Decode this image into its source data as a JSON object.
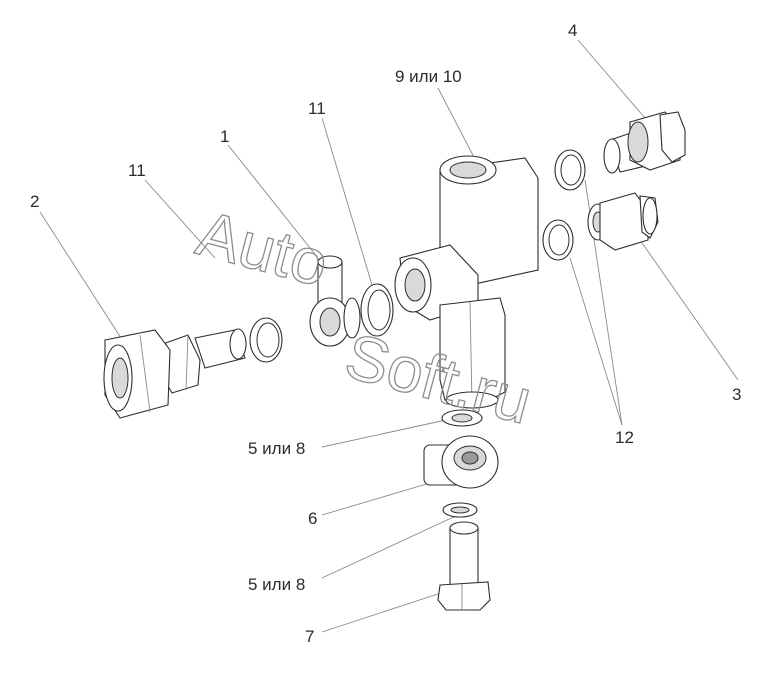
{
  "labels": {
    "l1": "1",
    "l2": "2",
    "l3": "3",
    "l4": "4",
    "l5a": "5 или 8",
    "l5b": "5 или 8",
    "l6": "6",
    "l7": "7",
    "l9": "9 или 10",
    "l11a": "11",
    "l11b": "11",
    "l12": "12"
  },
  "watermark": {
    "line1": "Auto",
    "line2": "Soft.ru"
  }
}
